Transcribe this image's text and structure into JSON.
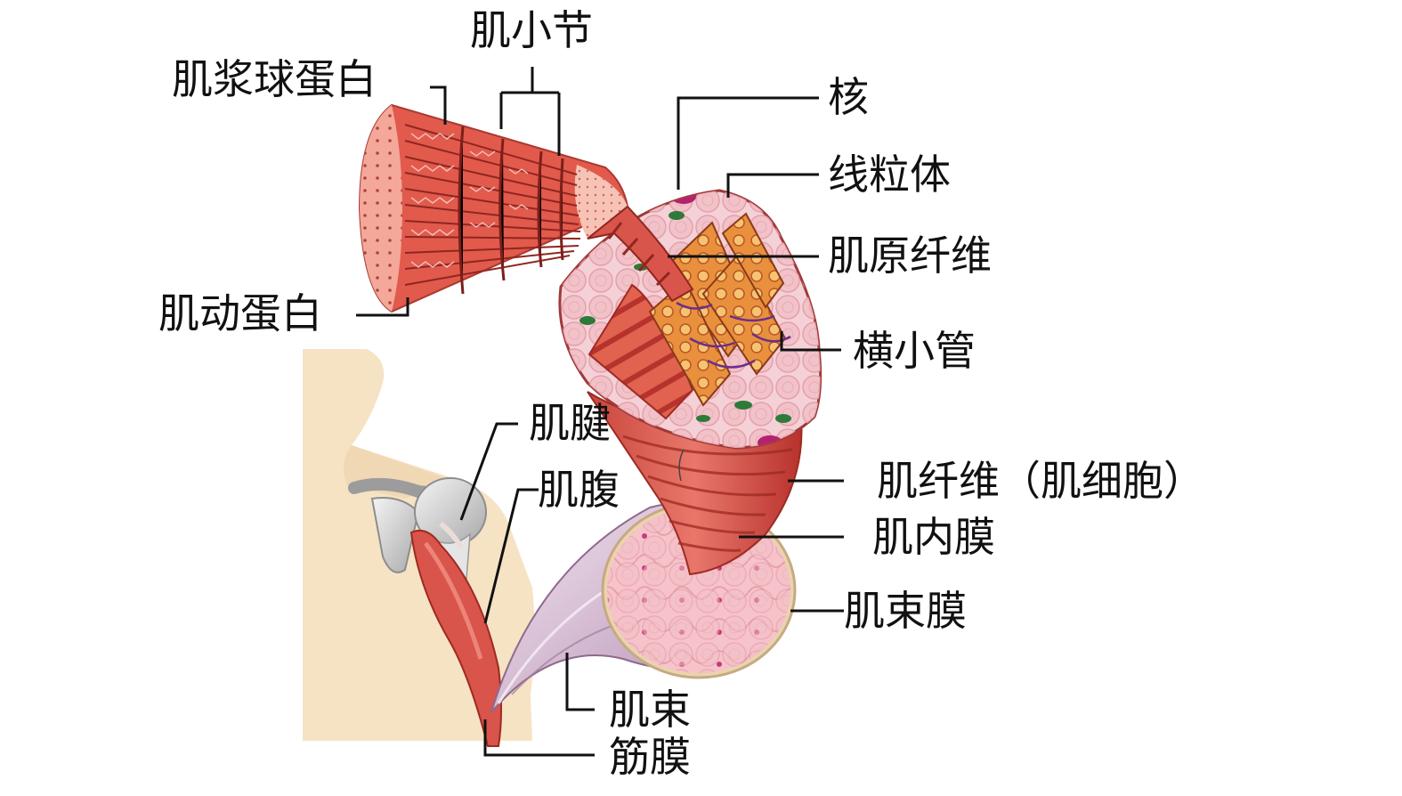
{
  "labels": {
    "sarcomere": "肌小节",
    "myosin": "肌浆球蛋白",
    "actin": "肌动蛋白",
    "nucleus": "核",
    "mitochondria": "线粒体",
    "myofibril": "肌原纤维",
    "t_tubule": "横小管",
    "tendon": "肌腱",
    "muscle_belly": "肌腹",
    "muscle_fiber": "肌纤维（肌细胞）",
    "endomysium": "肌内膜",
    "perimysium": "肌束膜",
    "fascicle": "肌束",
    "fascia": "筋膜"
  },
  "colors": {
    "muscle_red": "#d9544a",
    "muscle_dark": "#b8322d",
    "tissue_pink": "#f3b3bd",
    "sheath_purple": "#c9a7c4",
    "skin": "#f6e3c4",
    "bone": "#d4d4d4",
    "green": "#2f7a3a",
    "nucleus_magenta": "#b3226e"
  }
}
